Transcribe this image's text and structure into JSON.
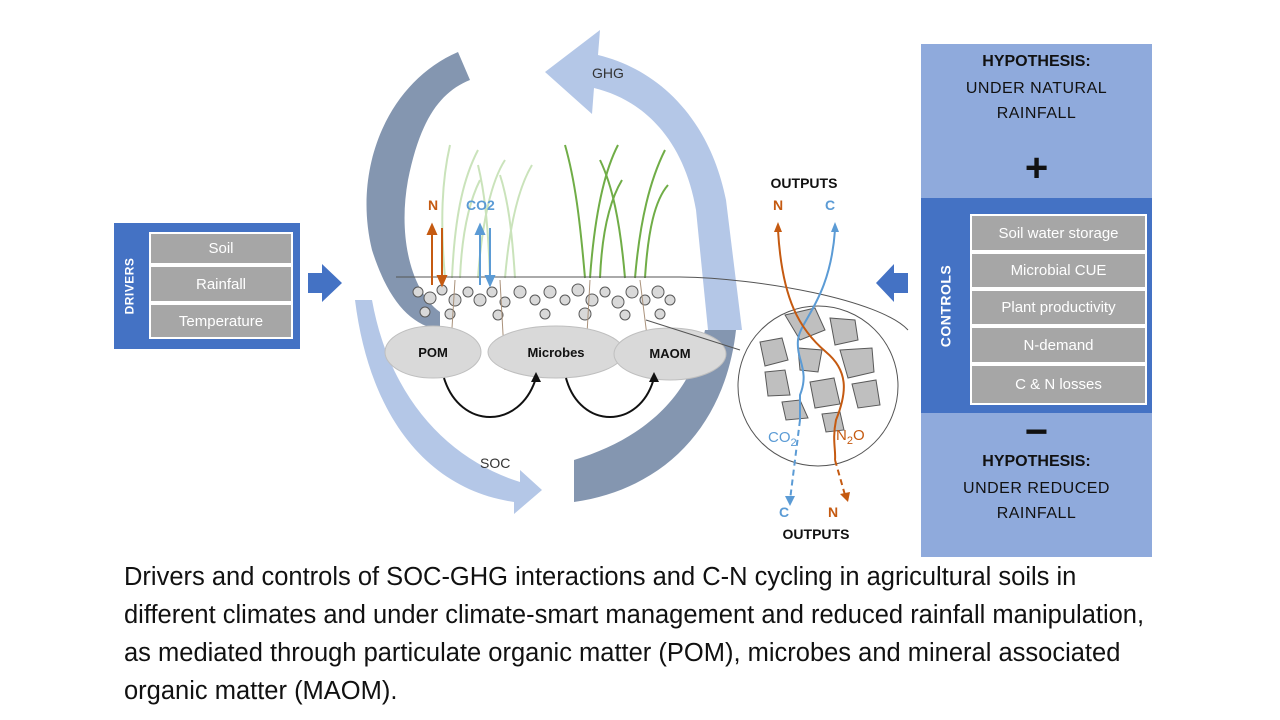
{
  "drivers": {
    "label": "DRIVERS",
    "items": [
      "Soil",
      "Rainfall",
      "Temperature"
    ]
  },
  "cycle": {
    "ghg_label": "GHG",
    "soc_label": "SOC",
    "n_label": "N",
    "co2_label": "CO2",
    "pools": [
      "POM",
      "Microbes",
      "MAOM"
    ]
  },
  "outputs": {
    "top_title": "OUTPUTS",
    "top_n": "N",
    "top_c": "C",
    "co2_sub": "CO",
    "co2_subscript": "2",
    "n2o_a": "N",
    "n2o_sub": "2",
    "n2o_b": "O",
    "bottom_c": "C",
    "bottom_n": "N",
    "bottom_title": "OUTPUTS"
  },
  "hypothesis_top": {
    "title": "HYPOTHESIS:",
    "line1": "UNDER NATURAL",
    "line2": "RAINFALL",
    "sign": "+"
  },
  "controls": {
    "label": "CONTROLS",
    "items": [
      "Soil water storage",
      "Microbial CUE",
      "Plant productivity",
      "N-demand",
      "C & N losses"
    ]
  },
  "hypothesis_bottom": {
    "sign": "−",
    "title": "HYPOTHESIS:",
    "line1": "UNDER REDUCED",
    "line2": "RAINFALL"
  },
  "caption": "Drivers and controls of SOC-GHG interactions and C-N cycling in agricultural soils in different climates and under climate-smart management and reduced rainfall manipulation, as mediated through particulate organic matter (POM), microbes and mineral associated organic matter (MAOM).",
  "colors": {
    "blue": "#4472c4",
    "light_blue": "#8faadc",
    "grey_box": "#a6a6a6",
    "nitrogen": "#c55a11",
    "carbon": "#5b9bd5"
  }
}
